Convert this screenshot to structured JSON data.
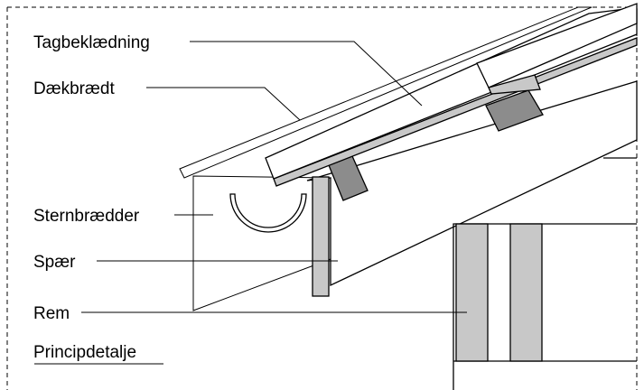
{
  "labels": {
    "tagbeklaedning": "Tagbeklædning",
    "daekbraedt": "Dækbrædt",
    "sternbraedder": "Sternbrædder",
    "spaer": "Spær",
    "rem": "Rem",
    "title": "Principdetalje"
  },
  "colors": {
    "stroke": "#000000",
    "fill_gray": "#c8c8c8",
    "fill_dark_gray": "#8c8c8c",
    "background": "#ffffff"
  }
}
